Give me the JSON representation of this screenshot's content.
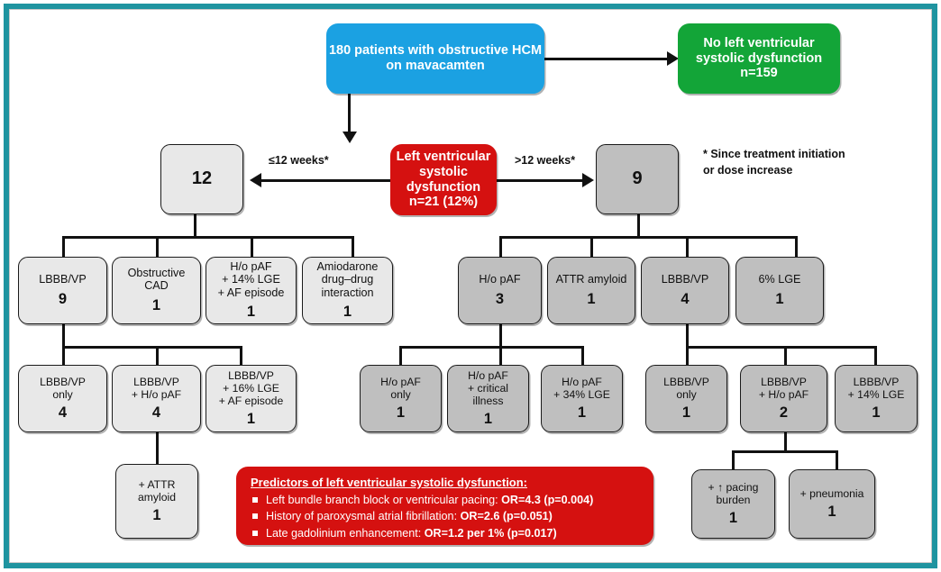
{
  "theme": {
    "frame_color": "#1f94a0",
    "blue": "#1ba1e2",
    "green": "#13a538",
    "red": "#d51110",
    "light_grey": "#e8e8e8",
    "dark_grey": "#bfbfbf",
    "line": "#111111"
  },
  "nodes": {
    "cohort": {
      "label": "180 patients with obstructive HCM\non mavacamten"
    },
    "no_lvsd": {
      "label": "No left ventricular\nsystolic dysfunction\nn=159"
    },
    "lvsd": {
      "label": "Left ventricular\nsystolic dysfunction\nn=21 (12%)"
    },
    "early_total": {
      "num": "12"
    },
    "late_total": {
      "num": "9"
    },
    "early_1": {
      "label": "LBBB/VP",
      "num": "9"
    },
    "early_2": {
      "label": "Obstructive\nCAD",
      "num": "1"
    },
    "early_3": {
      "label": "H/o pAF\n+ 14% LGE\n+ AF episode",
      "num": "1"
    },
    "early_4": {
      "label": "Amiodarone\ndrug–drug\ninteraction",
      "num": "1"
    },
    "early_1a": {
      "label": "LBBB/VP\nonly",
      "num": "4"
    },
    "early_1b": {
      "label": "LBBB/VP\n+ H/o pAF",
      "num": "4"
    },
    "early_1c": {
      "label": "LBBB/VP\n+ 16% LGE\n+ AF episode",
      "num": "1"
    },
    "early_1b_1": {
      "label": "+ ATTR\namyloid",
      "num": "1"
    },
    "late_1": {
      "label": "H/o pAF",
      "num": "3"
    },
    "late_2": {
      "label": "ATTR amyloid",
      "num": "1"
    },
    "late_3": {
      "label": "LBBB/VP",
      "num": "4"
    },
    "late_4": {
      "label": "6% LGE",
      "num": "1"
    },
    "late_1a": {
      "label": "H/o pAF\nonly",
      "num": "1"
    },
    "late_1b": {
      "label": "H/o pAF\n+ critical\nillness",
      "num": "1"
    },
    "late_1c": {
      "label": "H/o pAF\n+ 34% LGE",
      "num": "1"
    },
    "late_3a": {
      "label": "LBBB/VP\nonly",
      "num": "1"
    },
    "late_3b": {
      "label": "LBBB/VP\n+ H/o pAF",
      "num": "2"
    },
    "late_3c": {
      "label": "LBBB/VP\n+ 14% LGE",
      "num": "1"
    },
    "late_3b_1": {
      "label": "+ ↑ pacing\nburden",
      "num": "1"
    },
    "late_3b_2": {
      "label": "+ pneumonia",
      "num": "1"
    }
  },
  "edges": {
    "early_label": "≤12 weeks*",
    "late_label": ">12 weeks*"
  },
  "footnote": "* Since treatment initiation\n   or dose increase",
  "predictors": {
    "title": "Predictors of left ventricular systolic dysfunction:",
    "items": [
      {
        "text": "Left bundle branch block or ventricular pacing: ",
        "stat": "OR=4.3 (p=0.004)"
      },
      {
        "text": "History of paroxysmal atrial fibrillation: ",
        "stat": "OR=2.6 (p=0.051)"
      },
      {
        "text": "Late gadolinium enhancement: ",
        "stat": "OR=1.2 per 1% (p=0.017)"
      }
    ]
  }
}
